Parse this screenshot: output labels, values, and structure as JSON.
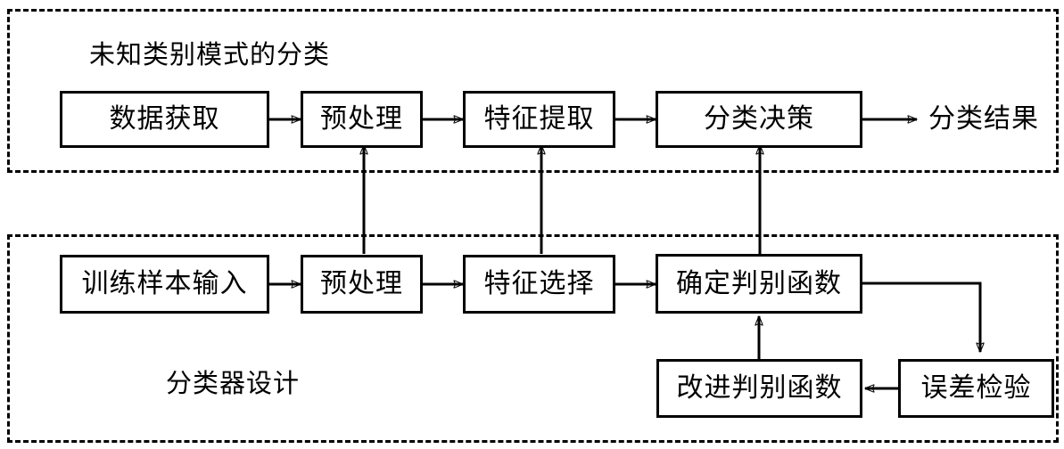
{
  "diagram": {
    "title_top_region": "未知类别模式的分类",
    "title_bottom_region": "分类器设计",
    "terminal_output_label": "分类结果",
    "colors": {
      "stroke": "#000000",
      "fill": "#ffffff",
      "text": "#000000"
    },
    "top_flow": [
      {
        "id": "data-acquisition",
        "label": "数据获取"
      },
      {
        "id": "preprocessing-top",
        "label": "预处理"
      },
      {
        "id": "feature-extraction",
        "label": "特征提取"
      },
      {
        "id": "classification-decision",
        "label": "分类决策"
      }
    ],
    "bottom_flow": [
      {
        "id": "training-sample-input",
        "label": "训练样本输入"
      },
      {
        "id": "preprocessing-bottom",
        "label": "预处理"
      },
      {
        "id": "feature-selection",
        "label": "特征选择"
      },
      {
        "id": "determine-discriminant-function",
        "label": "确定判别函数"
      }
    ],
    "feedback_flow": [
      {
        "id": "improve-discriminant-function",
        "label": "改进判别函数"
      },
      {
        "id": "error-check",
        "label": "误差检验"
      }
    ]
  }
}
